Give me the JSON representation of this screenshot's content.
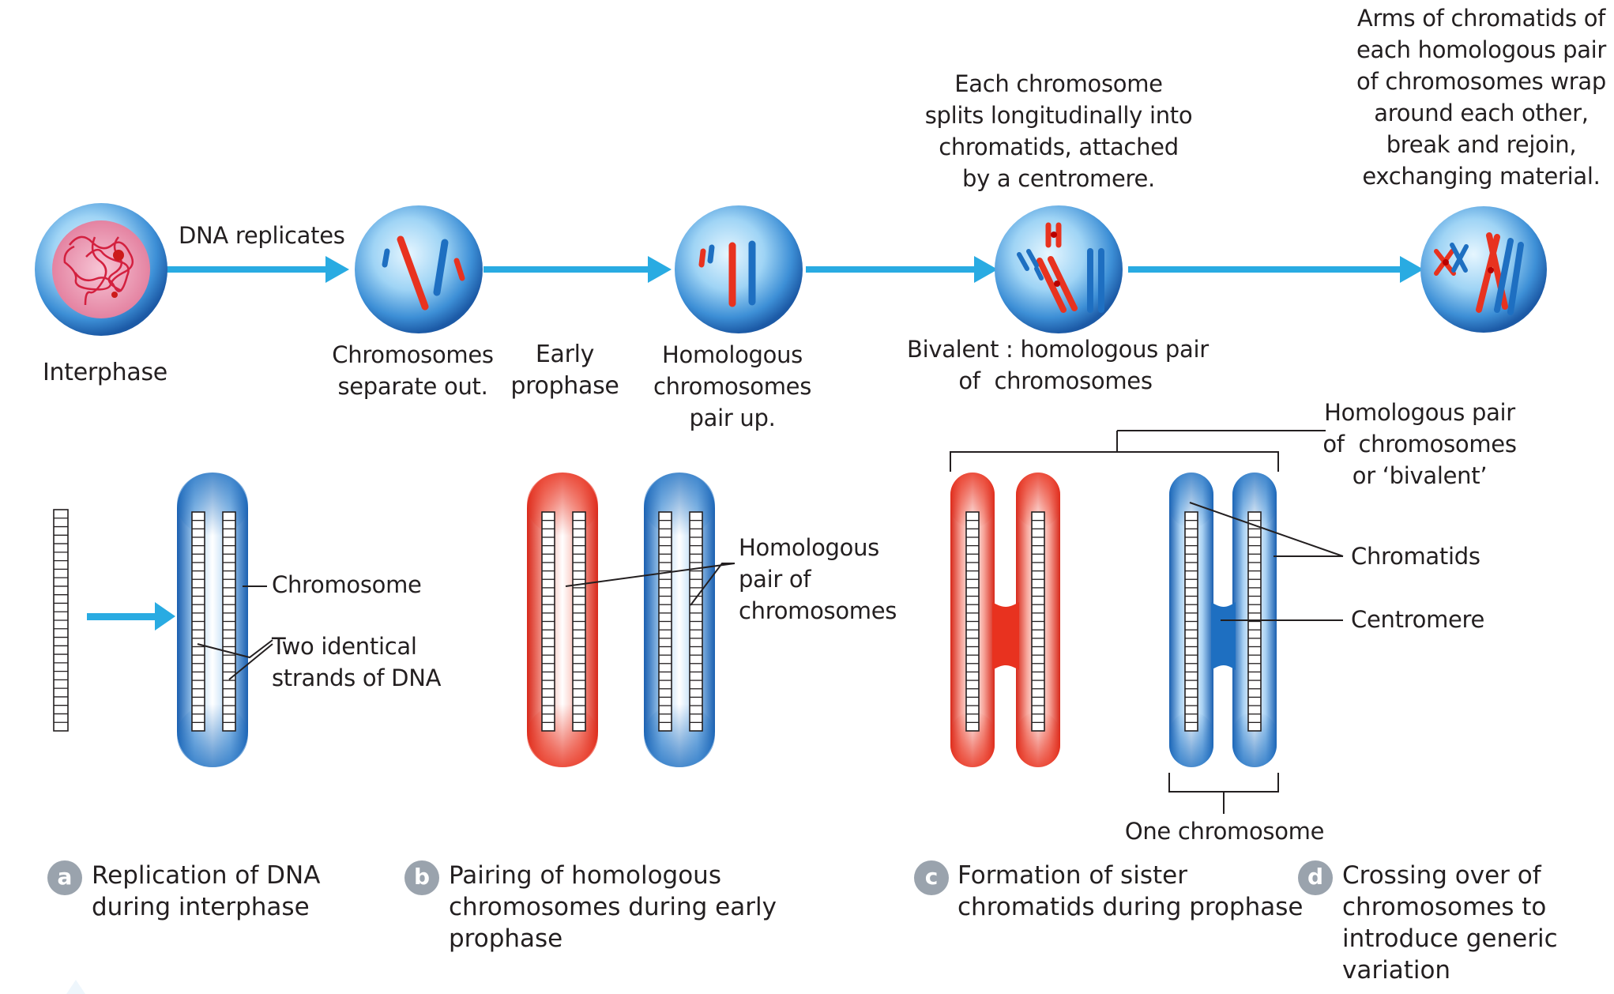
{
  "colors": {
    "arrow": "#29abe2",
    "blue": "#1e6fc1",
    "red": "#e8321f",
    "badge": "#9aa3ad",
    "nucleus": "#e98aa5",
    "line": "#231f20"
  },
  "top_row": {
    "interphase": "Interphase",
    "dna_replicates": "DNA replicates",
    "chromosomes_separate": "Chromosomes\nseparate out.",
    "early_prophase": "Early\nprophase",
    "homologous_pair_up": "Homologous\nchromosomes\npair up.",
    "each_chromosome_splits": "Each chromosome\nsplits longitudinally into\nchromatids, attached\nby a centromere.",
    "bivalent": "Bivalent : homologous pair\nof  chromosomes",
    "arms_of_chromatids": "Arms of chromatids of\neach homologous pair\nof chromosomes wrap\naround each other,\nbreak and rejoin,\nexchanging material."
  },
  "panel_a": {
    "chromosome": "Chromosome",
    "two_strands": "Two identical\nstrands of DNA"
  },
  "panel_b": {
    "homologous_pair": "Homologous\npair of\nchromosomes"
  },
  "panel_c": {
    "homologous_bivalent": "Homologous pair\nof  chromosomes\nor ‘bivalent’",
    "chromatids": "Chromatids",
    "centromere": "Centromere",
    "one_chromosome": "One chromosome"
  },
  "captions": [
    {
      "letter": "a",
      "text": "Replication of DNA\nduring interphase"
    },
    {
      "letter": "b",
      "text": "Pairing of homologous\nchromosomes during early\nprophase"
    },
    {
      "letter": "c",
      "text": "Formation of sister\nchromatids during prophase"
    },
    {
      "letter": "d",
      "text": "Crossing over of\nchromosomes to\nintroduce generic\nvariation"
    }
  ]
}
